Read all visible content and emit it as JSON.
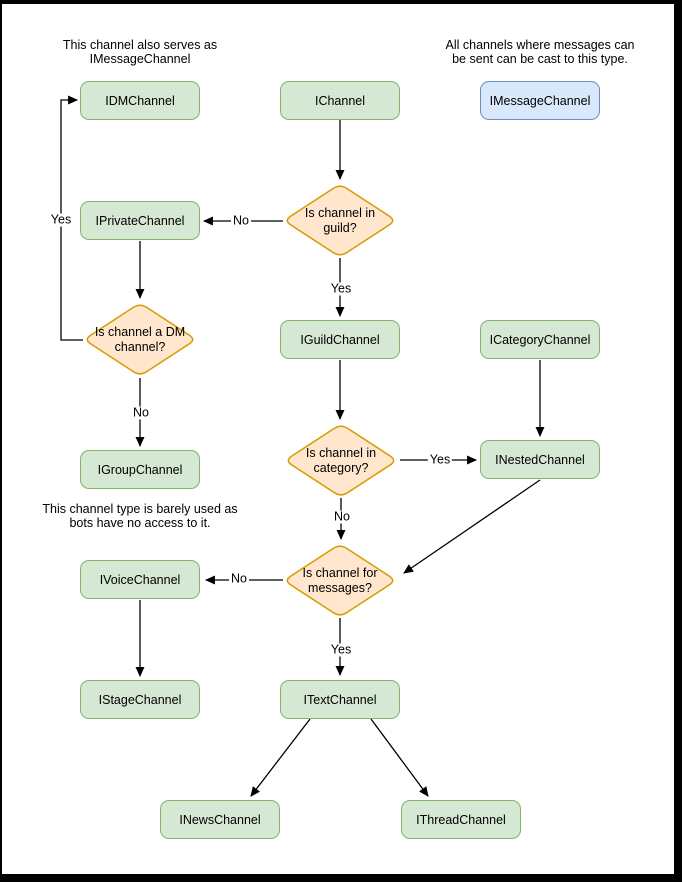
{
  "colors": {
    "node_fill": "#d5e8d4",
    "node_stroke": "#82b366",
    "decision_fill": "#ffe6cc",
    "decision_stroke": "#d79b00",
    "highlight_fill": "#dae8fc",
    "highlight_stroke": "#6c8ebf",
    "edge_stroke": "#000000",
    "canvas_bg": "#ffffff",
    "frame": "#000000"
  },
  "notes": {
    "dm": {
      "line1": "This channel also serves as",
      "line2": "IMessageChannel"
    },
    "message": {
      "line1": "All channels where messages can",
      "line2": "be sent can be cast to this type."
    },
    "group": {
      "line1": "This channel type is barely used as",
      "line2": "bots have no access to it."
    }
  },
  "nodes": {
    "idm": {
      "label": "IDMChannel"
    },
    "ichannel": {
      "label": "IChannel"
    },
    "imessage": {
      "label": "IMessageChannel"
    },
    "iprivate": {
      "label": "IPrivateChannel"
    },
    "iguild": {
      "label": "IGuildChannel"
    },
    "icategory": {
      "label": "ICategoryChannel"
    },
    "igroup": {
      "label": "IGroupChannel"
    },
    "inested": {
      "label": "INestedChannel"
    },
    "ivoice": {
      "label": "IVoiceChannel"
    },
    "istage": {
      "label": "IStageChannel"
    },
    "itext": {
      "label": "ITextChannel"
    },
    "inews": {
      "label": "INewsChannel"
    },
    "ithread": {
      "label": "IThreadChannel"
    }
  },
  "decisions": {
    "in_guild": {
      "label": "Is channel in guild?"
    },
    "is_dm": {
      "label": "Is channel a DM channel?"
    },
    "in_category": {
      "label": "Is channel in category?"
    },
    "for_messages": {
      "label": "Is channel for messages?"
    }
  },
  "edge_labels": {
    "guild_yes": "Yes",
    "guild_no": "No",
    "dm_yes": "Yes",
    "dm_no": "No",
    "category_yes": "Yes",
    "category_no": "No",
    "messages_yes": "Yes",
    "messages_no": "No"
  }
}
